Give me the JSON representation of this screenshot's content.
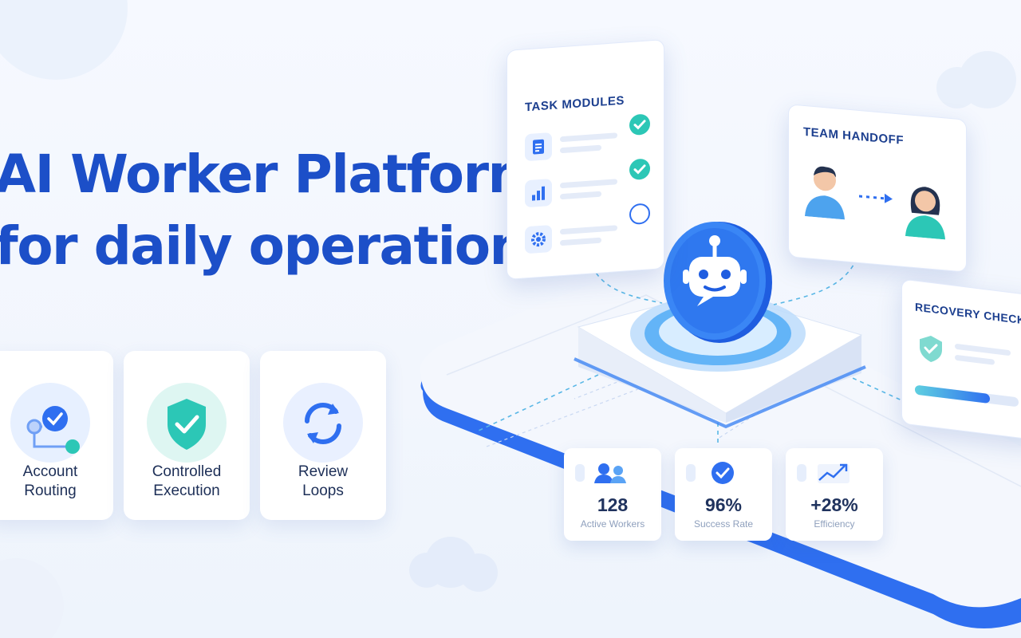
{
  "hero": {
    "title_line1": "AI Worker Platform",
    "title_line2": "for daily operations"
  },
  "features": [
    {
      "label_line1": "Account",
      "label_line2": "Routing",
      "icon": "routing-icon"
    },
    {
      "label_line1": "Controlled",
      "label_line2": "Execution",
      "icon": "shield-check-icon"
    },
    {
      "label_line1": "Review",
      "label_line2": "Loops",
      "icon": "refresh-icon"
    }
  ],
  "task_modules": {
    "title": "TASK MODULES",
    "rows": [
      {
        "icon": "document-icon",
        "status": "done"
      },
      {
        "icon": "bar-chart-icon",
        "status": "done"
      },
      {
        "icon": "gear-icon",
        "status": "pending"
      }
    ]
  },
  "team_handoff": {
    "title": "TEAM HANDOFF"
  },
  "recovery_checks": {
    "title": "RECOVERY CHECKS",
    "progress": 0.72
  },
  "stats": [
    {
      "value": "128",
      "caption": "Active Workers",
      "icon": "users-icon"
    },
    {
      "value": "96%",
      "caption": "Success Rate",
      "icon": "check-circle-icon"
    },
    {
      "value": "+28%",
      "caption": "Efficiency",
      "icon": "trend-up-icon"
    }
  ],
  "colors": {
    "primary": "#1c4fc8",
    "accent_teal": "#2cc7b6",
    "platform_blue": "#2f6ff0"
  }
}
